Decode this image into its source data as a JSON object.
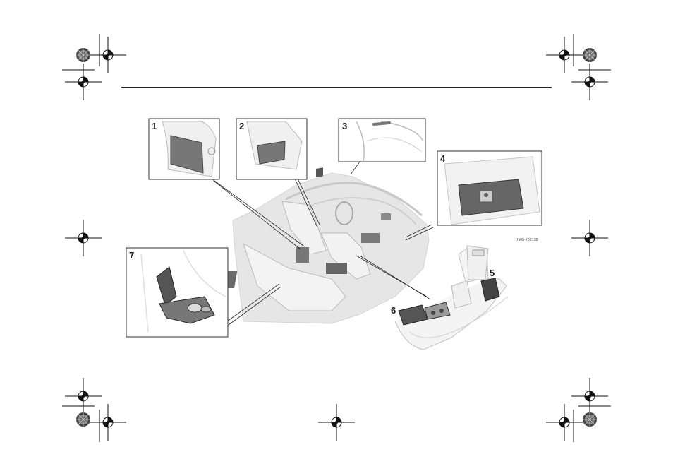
{
  "figure": {
    "image_code": "IMG-202130",
    "callouts": {
      "c1": "1",
      "c2": "2",
      "c3": "3",
      "c4": "4",
      "c5": "5",
      "c6": "6",
      "c7": "7"
    }
  }
}
